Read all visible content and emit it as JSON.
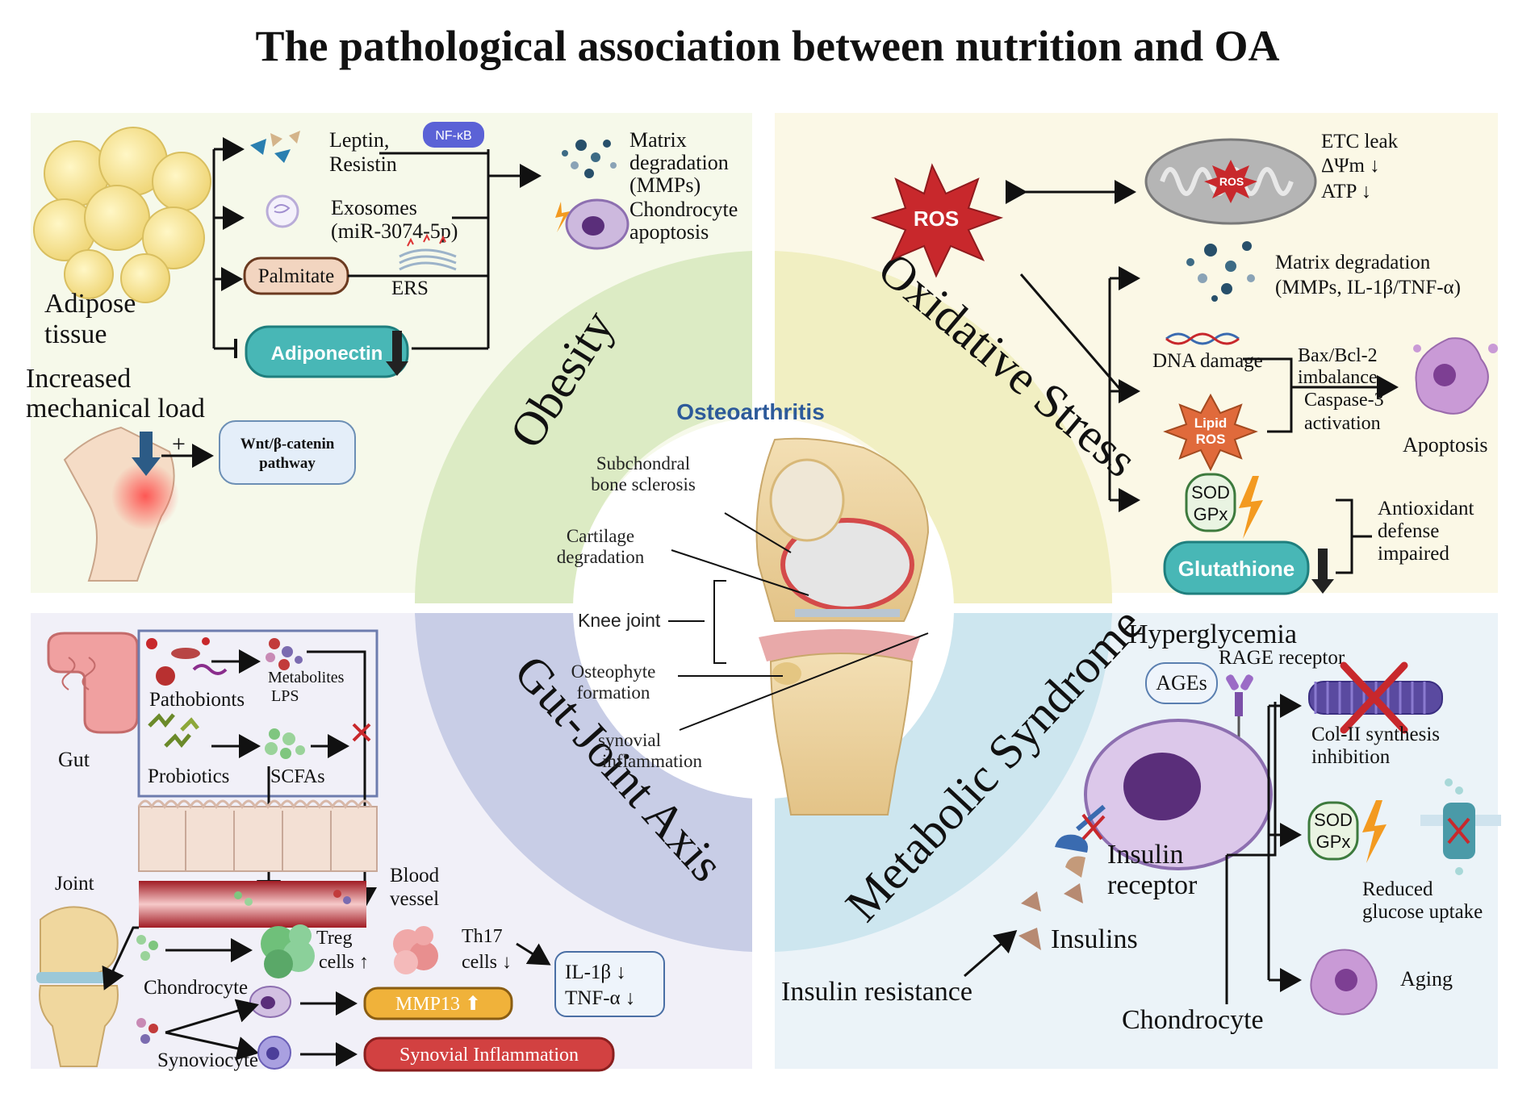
{
  "title": "The pathological association between nutrition and OA",
  "center": {
    "title": "Osteoarthritis",
    "labels": {
      "subchondral_1": "Subchondral",
      "subchondral_2": "bone sclerosis",
      "cartilage_1": "Cartilage",
      "cartilage_2": "degradation",
      "knee": "Knee joint",
      "osteophyte_1": "Osteophyte",
      "osteophyte_2": "formation",
      "synovial_1": "synovial",
      "synovial_2": "inflammation"
    }
  },
  "ring": {
    "obesity": "Obesity",
    "oxidative": "Oxidative Stress",
    "gut": "Gut-Joint Axis",
    "metabolic": "Metabolic Syndrome"
  },
  "obesity": {
    "adipose_1": "Adipose",
    "adipose_2": "tissue",
    "leptin_1": "Leptin,",
    "leptin_2": "Resistin",
    "nfkb": "NF-κB",
    "exosomes_1": "Exosomes",
    "exosomes_2": "(miR-3074-5p)",
    "palmitate": "Palmitate",
    "ers": "ERS",
    "adiponectin": "Adiponectin",
    "matrix_1": "Matrix",
    "matrix_2": "degradation",
    "matrix_3": "(MMPs)",
    "chondro_1": "Chondrocyte",
    "chondro_2": "apoptosis",
    "load_1": "Increased",
    "load_2": "mechanical load",
    "plus": "+",
    "wnt_1": "Wnt/β-catenin",
    "wnt_2": "pathway"
  },
  "oxidative": {
    "ros": "ROS",
    "mito_ros": "ROS",
    "etc": "ETC leak",
    "dpsi": "ΔΨm ↓",
    "atp": "ATP  ↓",
    "matrix_1": "Matrix degradation",
    "matrix_2": "(MMPs, IL-1β/TNF-α)",
    "dna": "DNA damage",
    "bax_1": "Bax/Bcl-2",
    "bax_2": "imbalance",
    "casp_1": "Caspase-3",
    "casp_2": "activation",
    "lipid_1": "Lipid",
    "lipid_2": "ROS",
    "apoptosis": "Apoptosis",
    "sod": "SOD",
    "gpx": "GPx",
    "glutathione": "Glutathione",
    "antiox_1": "Antioxidant",
    "antiox_2": "defense",
    "antiox_3": "impaired"
  },
  "gut": {
    "gut": "Gut",
    "pathobionts": "Pathobionts",
    "metabolites_1": "Metabolites",
    "metabolites_2": "LPS",
    "probiotics": "Probiotics",
    "scfas": "SCFAs",
    "joint": "Joint",
    "blood_1": "Blood",
    "blood_2": "vessel",
    "treg_1": "Treg",
    "treg_2": "cells ↑",
    "th17_1": "Th17",
    "th17_2": "cells ↓",
    "il1b": "IL-1β  ↓",
    "tnfa": "TNF-α  ↓",
    "chondrocyte": "Chondrocyte",
    "mmp13": "MMP13 ⬆",
    "synoviocyte": "Synoviocyte",
    "synovial": "Synovial Inflammation"
  },
  "metabolic": {
    "hyperglycemia": "Hyperglycemia",
    "rage": "RAGE receptor",
    "ages": "AGEs",
    "col_1": "Col-II synthesis",
    "col_2": "inhibition",
    "sod": "SOD",
    "gpx": "GPx",
    "reduced_1": "Reduced",
    "reduced_2": "glucose uptake",
    "insulin_receptor_1": "Insulin",
    "insulin_receptor_2": "receptor",
    "insulins": "Insulins",
    "resistance": "Insulin resistance",
    "aging": "Aging",
    "chondrocyte": "Chondrocyte"
  },
  "colors": {
    "obesity_bg": "#f6f9ea",
    "oxidative_bg": "#fbf8e6",
    "gut_bg": "#f1f0f8",
    "metabolic_bg": "#ebf3f8",
    "ring_obesity": "#dcebc4",
    "ring_oxidative": "#f1efc2",
    "ring_gut": "#c8cde6",
    "ring_metabolic": "#cde6ef",
    "ros_red": "#c8282c",
    "teal": "#3aa9a8",
    "mmp_orange": "#f0b23a",
    "synovial_red": "#d24141",
    "accent_blue": "#2d5a9a"
  }
}
